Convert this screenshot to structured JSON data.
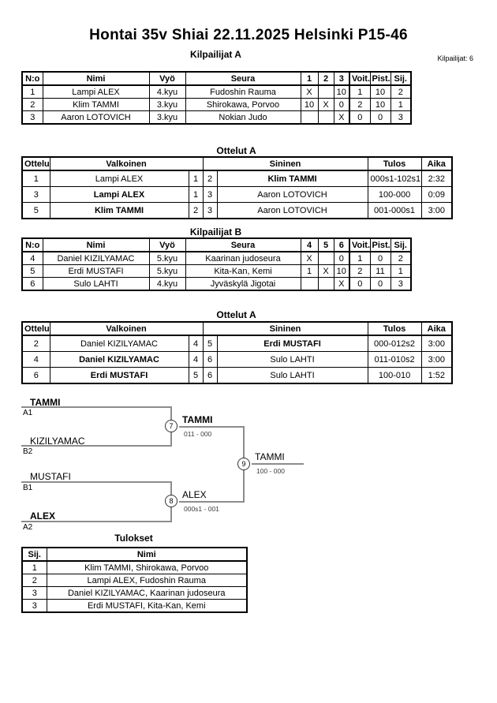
{
  "header": {
    "title": "Hontai 35v Shiai  22.11.2025  Helsinki   P15-46",
    "competitors_count": "Kilpailijat: 6"
  },
  "sections": {
    "kilpailijat_a_title": "Kilpailijat A",
    "ottelut_a_title": "Ottelut A",
    "kilpailijat_b_title": "Kilpailijat B",
    "ottelut_b_title": "Ottelut A",
    "tulokset_title": "Tulokset"
  },
  "tables": {
    "kilpailijat_a": {
      "headers": [
        {
          "t": "N:o"
        },
        {
          "t": "Nimi"
        },
        {
          "t": "Vyö"
        },
        {
          "t": "Seura"
        },
        {
          "t": "1"
        },
        {
          "t": "2"
        },
        {
          "t": "3"
        },
        {
          "t": "Voit."
        },
        {
          "t": "Pist."
        },
        {
          "t": "Sij."
        }
      ],
      "rows": [
        [
          "1",
          "Lampi ALEX",
          "4.kyu",
          "Fudoshin Rauma",
          "X",
          "",
          "10",
          "1",
          "10",
          "2"
        ],
        [
          "2",
          "Klim TAMMI",
          "3.kyu",
          "Shirokawa, Porvoo",
          "10",
          "X",
          "0",
          "2",
          "10",
          "1"
        ],
        [
          "3",
          "Aaron LOTOVICH",
          "3.kyu",
          "Nokian Judo",
          "",
          "",
          "X",
          "0",
          "0",
          "3"
        ]
      ]
    },
    "ottelut_a": {
      "headers": [
        {
          "t": "Ottelu"
        },
        {
          "t": "Valkoinen",
          "span": 2
        },
        {
          "t": "Sininen",
          "span": 2
        },
        {
          "t": "Tulos"
        },
        {
          "t": "Aika"
        }
      ],
      "rows": [
        [
          "1",
          {
            "t": "Lampi ALEX"
          },
          "1",
          "2",
          {
            "t": "Klim TAMMI",
            "b": true
          },
          "000s1-102s1",
          "2:32"
        ],
        [
          "3",
          {
            "t": "Lampi ALEX",
            "b": true
          },
          "1",
          "3",
          {
            "t": "Aaron LOTOVICH"
          },
          "100-000",
          "0:09"
        ],
        [
          "5",
          {
            "t": "Klim TAMMI",
            "b": true
          },
          "2",
          "3",
          {
            "t": "Aaron LOTOVICH"
          },
          "001-000s1",
          "3:00"
        ]
      ]
    },
    "kilpailijat_b": {
      "headers": [
        {
          "t": "N:o"
        },
        {
          "t": "Nimi"
        },
        {
          "t": "Vyö"
        },
        {
          "t": "Seura"
        },
        {
          "t": "4"
        },
        {
          "t": "5"
        },
        {
          "t": "6"
        },
        {
          "t": "Voit."
        },
        {
          "t": "Pist."
        },
        {
          "t": "Sij."
        }
      ],
      "rows": [
        [
          "4",
          "Daniel KIZILYAMAC",
          "5.kyu",
          "Kaarinan judoseura",
          "X",
          "",
          "0",
          "1",
          "0",
          "2"
        ],
        [
          "5",
          "Erdi MUSTAFI",
          "5.kyu",
          "Kita-Kan, Kemi",
          "1",
          "X",
          "10",
          "2",
          "11",
          "1"
        ],
        [
          "6",
          "Sulo LAHTI",
          "4.kyu",
          "Jyväskylä Jigotai",
          "",
          "",
          "X",
          "0",
          "0",
          "3"
        ]
      ]
    },
    "ottelut_b": {
      "headers": [
        {
          "t": "Ottelu"
        },
        {
          "t": "Valkoinen",
          "span": 2
        },
        {
          "t": "Sininen",
          "span": 2
        },
        {
          "t": "Tulos"
        },
        {
          "t": "Aika"
        }
      ],
      "rows": [
        [
          "2",
          {
            "t": "Daniel KIZILYAMAC"
          },
          "4",
          "5",
          {
            "t": "Erdi MUSTAFI",
            "b": true
          },
          "000-012s2",
          "3:00"
        ],
        [
          "4",
          {
            "t": "Daniel KIZILYAMAC",
            "b": true
          },
          "4",
          "6",
          {
            "t": "Sulo LAHTI"
          },
          "011-010s2",
          "3:00"
        ],
        [
          "6",
          {
            "t": "Erdi MUSTAFI",
            "b": true
          },
          "5",
          "6",
          {
            "t": "Sulo LAHTI"
          },
          "100-010",
          "1:52"
        ]
      ]
    },
    "tulokset": {
      "headers": [
        {
          "t": "Sij."
        },
        {
          "t": "Nimi"
        }
      ],
      "rows": [
        [
          "1",
          "Klim TAMMI, Shirokawa, Porvoo"
        ],
        [
          "2",
          "Lampi ALEX, Fudoshin Rauma"
        ],
        [
          "3",
          "Daniel KIZILYAMAC, Kaarinan judoseura"
        ],
        [
          "3",
          "Erdi MUSTAFI, Kita-Kan, Kemi"
        ]
      ]
    }
  },
  "bracket": {
    "slots": [
      {
        "name": "TAMMI",
        "tag": "A1"
      },
      {
        "name": "KIZILYAMAC",
        "tag": "B2"
      },
      {
        "name": "MUSTAFI",
        "tag": "B1"
      },
      {
        "name": "ALEX",
        "tag": "A2"
      }
    ],
    "matches": [
      {
        "num": "7",
        "winner": "TAMMI",
        "score": "011 - 000"
      },
      {
        "num": "8",
        "winner": "ALEX",
        "score": "000s1 - 001"
      },
      {
        "num": "9",
        "winner": "TAMMI",
        "score": "100 - 000"
      }
    ]
  }
}
